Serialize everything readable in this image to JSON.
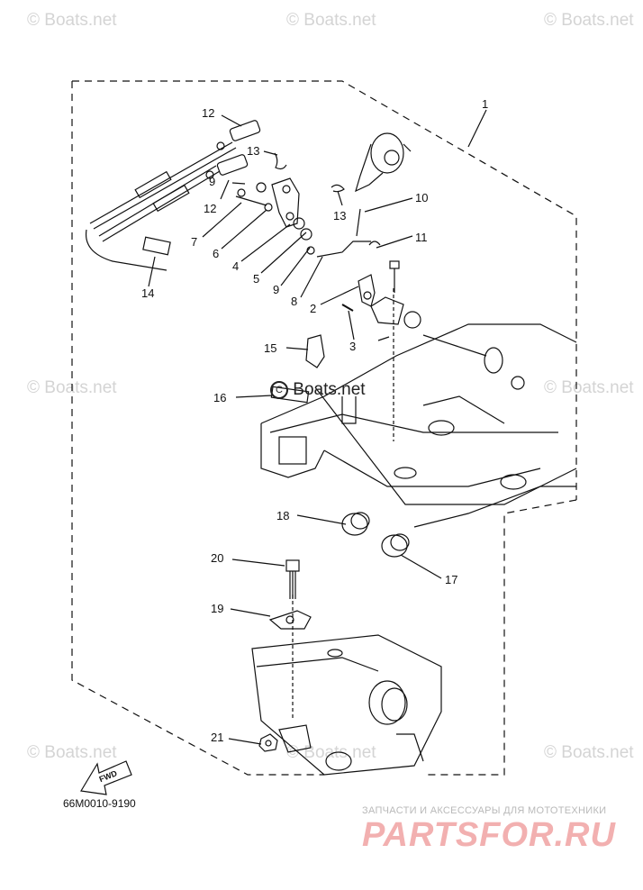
{
  "watermarks": {
    "site": "© Boats.net",
    "center": "Boats.net"
  },
  "diagram_code": "66M0010-9190",
  "shop": {
    "subtitle": "ЗАПЧАСТИ И АКСЕССУАРЫ ДЛЯ МОТОТЕХНИКИ",
    "logo": "PARTSFOR.RU"
  },
  "fwd_label": "FWD",
  "callouts": [
    "1",
    "2",
    "3",
    "4",
    "5",
    "6",
    "7",
    "8",
    "9",
    "9",
    "10",
    "11",
    "12",
    "12",
    "13",
    "13",
    "14",
    "15",
    "16",
    "17",
    "18",
    "19",
    "20",
    "21"
  ],
  "colors": {
    "line": "#111111",
    "watermark": "#d4d4d4",
    "shop_logo": "#f2b0b0"
  }
}
